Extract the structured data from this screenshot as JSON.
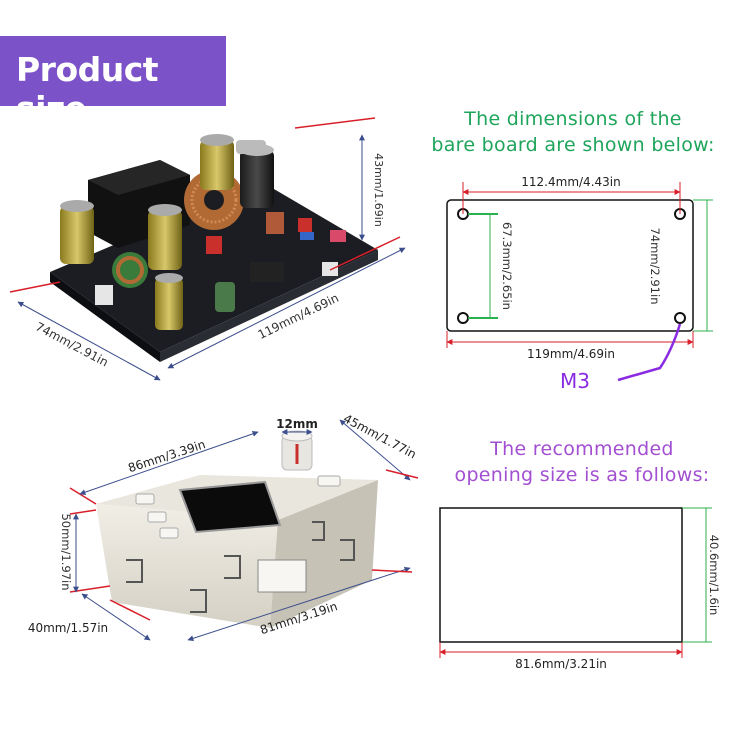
{
  "title": "Product size",
  "board_heading_line1": "The dimensions of the",
  "board_heading_line2": "bare board are shown below:",
  "opening_heading_line1": "The recommended",
  "opening_heading_line2": "opening size is as follows:",
  "pcb_dims": {
    "height": "43mm/1.69in",
    "depth": "74mm/2.91in",
    "length": "119mm/4.69in"
  },
  "bare_board": {
    "hole_spacing_x": "112.4mm/4.43in",
    "hole_spacing_y": "67.3mm/2.65in",
    "board_height": "74mm/2.91in",
    "board_width": "119mm/4.69in",
    "screw": "M3"
  },
  "panel_dims": {
    "knob": "12mm",
    "depth": "45mm/1.77in",
    "top_length": "86mm/3.39in",
    "height": "50mm/1.97in",
    "front_height": "40mm/1.57in",
    "bottom_length": "81mm/3.19in"
  },
  "opening": {
    "height": "40.6mm/1.6in",
    "width": "81.6mm/3.21in"
  },
  "colors": {
    "banner": "#7b52c7",
    "green_text": "#1fa55b",
    "purple_text": "#a24fd1",
    "dimension_line": "#d81f2a",
    "hole_line": "#2bb24c",
    "m3_callout": "#8a2be2"
  }
}
